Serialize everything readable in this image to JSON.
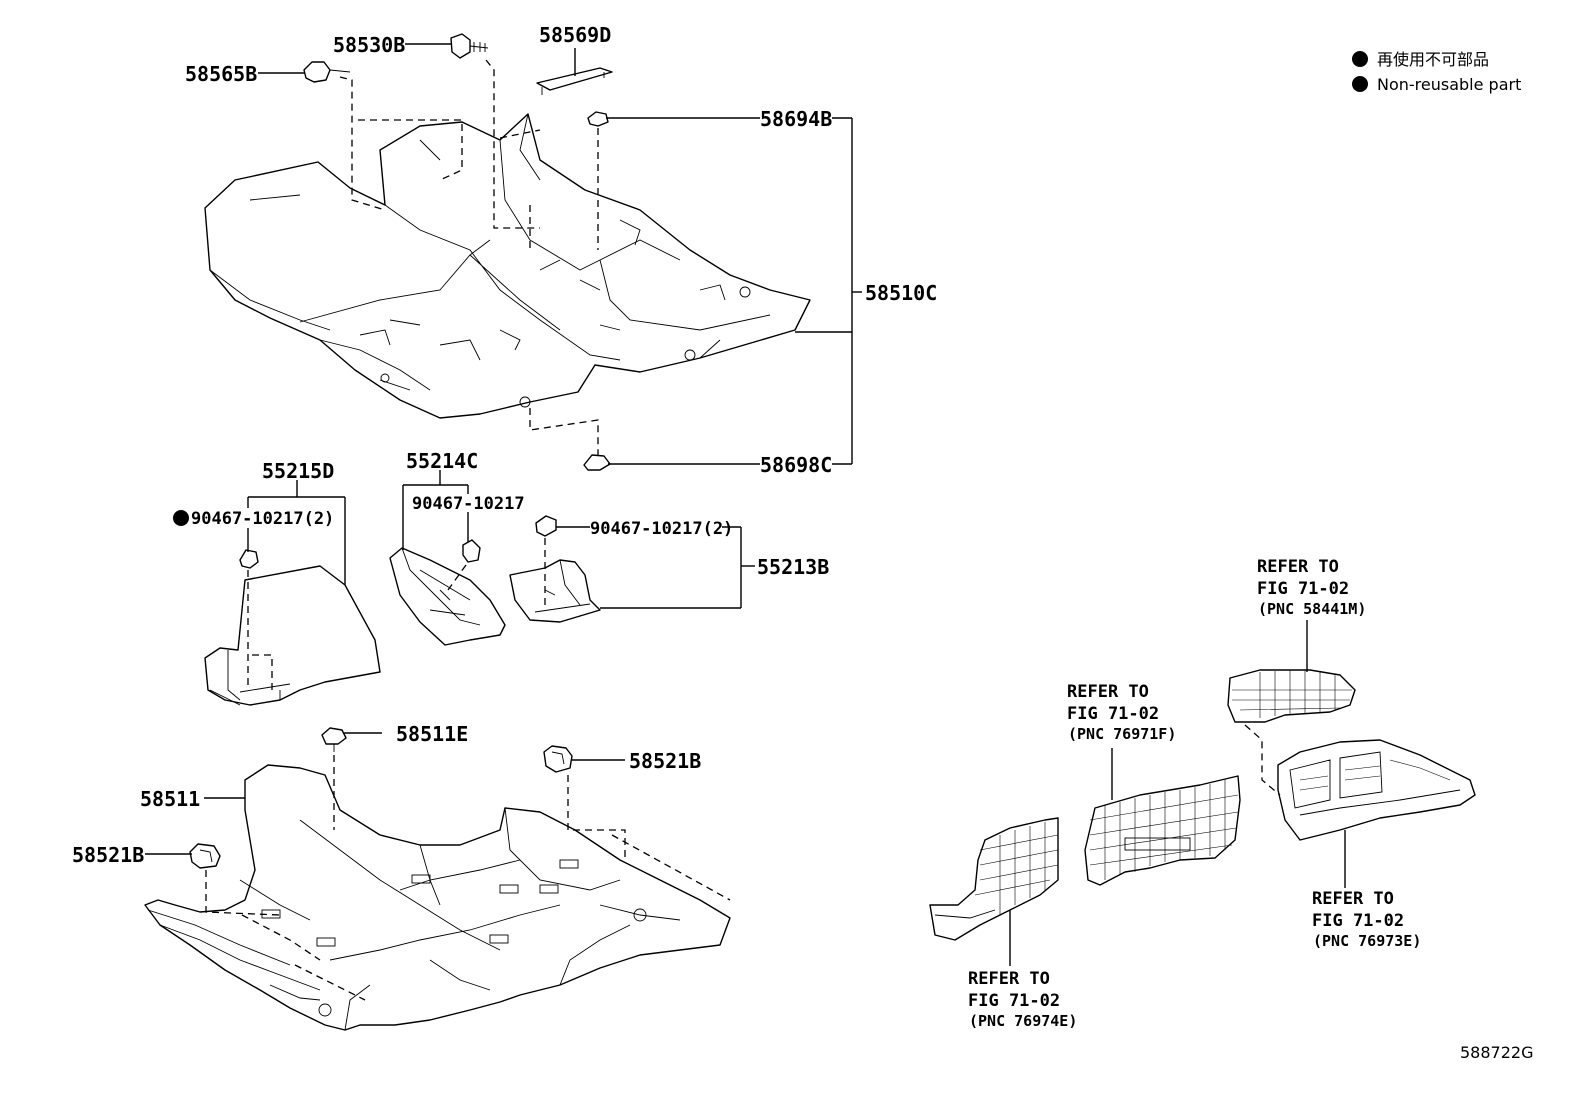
{
  "legend": {
    "jp": "再使用不可部品",
    "en": "Non-reusable part"
  },
  "labels": {
    "p58530B": "58530B",
    "p58569D": "58569D",
    "p58565B": "58565B",
    "p58694B": "58694B",
    "p58510C": "58510C",
    "p58698C": "58698C",
    "p55215D": "55215D",
    "p55214C": "55214C",
    "p90467_a": "90467-10217(2)",
    "p90467_b": "90467-10217",
    "p90467_c": "90467-10217(2)",
    "p55213B": "55213B",
    "p58511E": "58511E",
    "p58521B_top": "58521B",
    "p58511": "58511",
    "p58521B_left": "58521B"
  },
  "refs": [
    {
      "line1": "REFER TO",
      "line2": "FIG 71-02",
      "line3": "(PNC 58441M)"
    },
    {
      "line1": "REFER TO",
      "line2": "FIG 71-02",
      "line3": "(PNC 76971F)"
    },
    {
      "line1": "REFER TO",
      "line2": "FIG 71-02",
      "line3": "(PNC 76973E)"
    },
    {
      "line1": "REFER TO",
      "line2": "FIG 71-02",
      "line3": "(PNC 76974E)"
    }
  ],
  "figure_code": "588722G"
}
